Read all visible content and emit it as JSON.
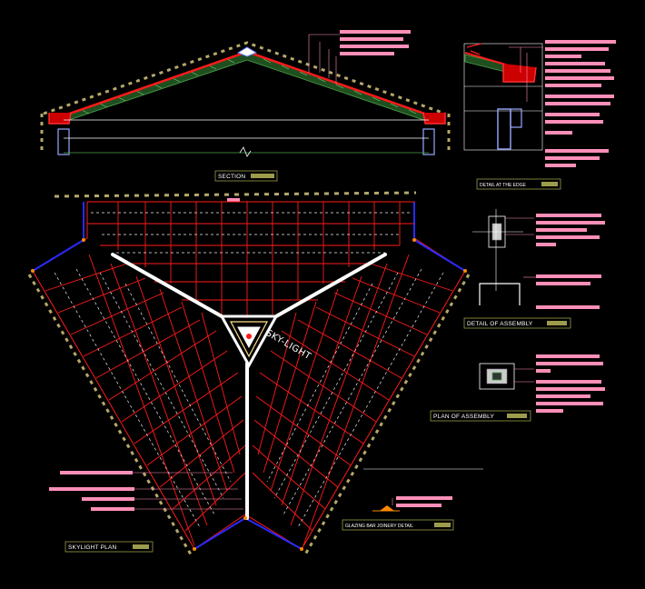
{
  "drawing": {
    "section_title": "SECTION",
    "edge_detail_title": "DETAIL AT THE EDGE",
    "assembly_detail_title": "DETAIL OF ASSEMBLY",
    "assembly_plan_title": "PLAN OF ASSEMBLY",
    "joinery_detail_title": "GLAZING BAR JOINERY DETAIL",
    "plan_title": "SKYLIGHT PLAN",
    "skylight_label": "SKY-LIGHT"
  },
  "colors": {
    "background": "#000000",
    "frame_red": "#ff1a1a",
    "glazing_bar": "#ffffff",
    "beam_blue": "#2a2aff",
    "annotation_pink": "#ff8fb8",
    "title_olive": "#9c9c4c",
    "edge_dots": "#b5a86a",
    "dashed_white": "#f0f0f0",
    "section_green": "#4da34d",
    "orange_marker": "#ff8a00"
  }
}
